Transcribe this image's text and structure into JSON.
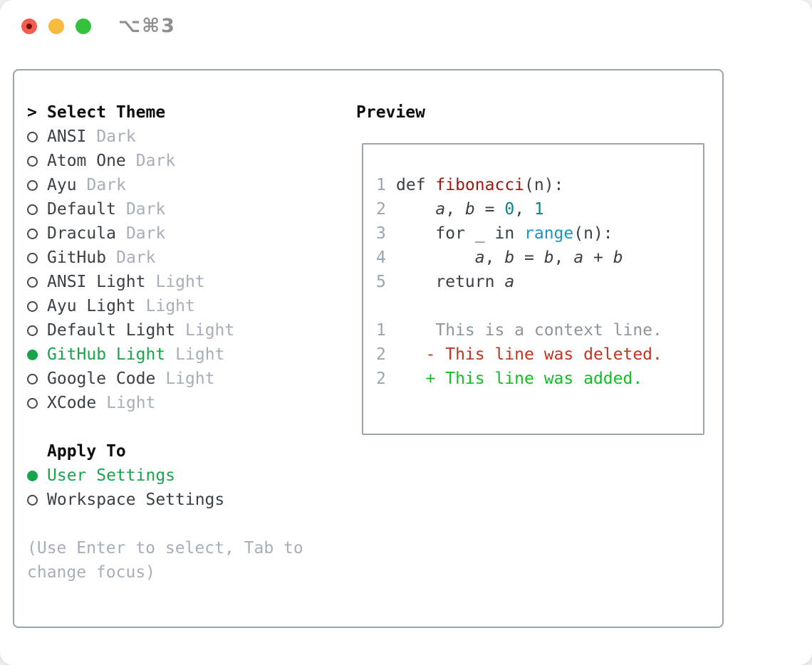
{
  "window": {
    "shortcut_label": "⌥⌘3",
    "traffic_lights": [
      "close",
      "minimize",
      "zoom"
    ]
  },
  "theme_panel": {
    "rows": [
      {
        "type": "header",
        "prefix": ">",
        "label": "Select Theme"
      },
      {
        "type": "theme",
        "name": "ANSI",
        "variant": "Dark",
        "selected": false
      },
      {
        "type": "theme",
        "name": "Atom One",
        "variant": "Dark",
        "selected": false
      },
      {
        "type": "theme",
        "name": "Ayu",
        "variant": "Dark",
        "selected": false
      },
      {
        "type": "theme",
        "name": "Default",
        "variant": "Dark",
        "selected": false
      },
      {
        "type": "theme",
        "name": "Dracula",
        "variant": "Dark",
        "selected": false
      },
      {
        "type": "theme",
        "name": "GitHub",
        "variant": "Dark",
        "selected": false
      },
      {
        "type": "theme",
        "name": "ANSI Light",
        "variant": "Light",
        "selected": false
      },
      {
        "type": "theme",
        "name": "Ayu Light",
        "variant": "Light",
        "selected": false
      },
      {
        "type": "theme",
        "name": "Default Light",
        "variant": "Light",
        "selected": false
      },
      {
        "type": "theme",
        "name": "GitHub Light",
        "variant": "Light",
        "selected": true
      },
      {
        "type": "theme",
        "name": "Google Code",
        "variant": "Light",
        "selected": false
      },
      {
        "type": "theme",
        "name": "XCode",
        "variant": "Light",
        "selected": false
      },
      {
        "type": "gap"
      },
      {
        "type": "subheader",
        "label": "Apply To"
      },
      {
        "type": "option",
        "name": "User Settings",
        "selected": true
      },
      {
        "type": "option",
        "name": "Workspace Settings",
        "selected": false
      },
      {
        "type": "gap"
      },
      {
        "type": "hint",
        "text": "(Use Enter to select, Tab to"
      },
      {
        "type": "hint",
        "text": "change focus)"
      }
    ]
  },
  "preview": {
    "title": "Preview",
    "code_lines": [
      {
        "num": "1",
        "segments": [
          [
            "def ",
            "k"
          ],
          [
            "fibonacci",
            "f"
          ],
          [
            "(n):",
            "k"
          ]
        ]
      },
      {
        "num": "2",
        "segments": [
          [
            "    ",
            "k"
          ],
          [
            "a",
            "v"
          ],
          [
            ", ",
            "k"
          ],
          [
            "b",
            "v"
          ],
          [
            " = ",
            "k"
          ],
          [
            "0",
            "n"
          ],
          [
            ", ",
            "k"
          ],
          [
            "1",
            "n"
          ]
        ]
      },
      {
        "num": "3",
        "segments": [
          [
            "    for _ in ",
            "k"
          ],
          [
            "range",
            "b"
          ],
          [
            "(n):",
            "k"
          ]
        ]
      },
      {
        "num": "4",
        "segments": [
          [
            "        ",
            "k"
          ],
          [
            "a",
            "v"
          ],
          [
            ", ",
            "k"
          ],
          [
            "b",
            "v"
          ],
          [
            " = ",
            "k"
          ],
          [
            "b",
            "v"
          ],
          [
            ", ",
            "k"
          ],
          [
            "a",
            "v"
          ],
          [
            " + ",
            "k"
          ],
          [
            "b",
            "v"
          ]
        ]
      },
      {
        "num": "5",
        "segments": [
          [
            "    return ",
            "k"
          ],
          [
            "a",
            "v"
          ]
        ]
      },
      {
        "num": "",
        "segments": []
      },
      {
        "num": "1",
        "segments": [
          [
            "    This is a context line.",
            "c"
          ]
        ]
      },
      {
        "num": "2",
        "segments": [
          [
            "   - This line was deleted.",
            "d"
          ]
        ]
      },
      {
        "num": "2",
        "segments": [
          [
            "   + This line was added.",
            "a"
          ]
        ]
      }
    ]
  },
  "colors": {
    "accent_green": "#17a44b",
    "text_dark": "#3a4047",
    "heading_black": "#0b0e11",
    "muted_gray": "#a6aeb9",
    "line_number_gray": "#9aa5b2",
    "border_gray": "#9aa3af",
    "function_red": "#a31711",
    "number_teal": "#0e818b",
    "builtin_blue": "#1b93c5",
    "context_gray": "#8d959e",
    "deleted_red": "#c2341f",
    "added_green": "#13bd27",
    "traffic_red": "#f35d4f",
    "traffic_yellow": "#f6bb3c",
    "traffic_green": "#33c23c"
  }
}
